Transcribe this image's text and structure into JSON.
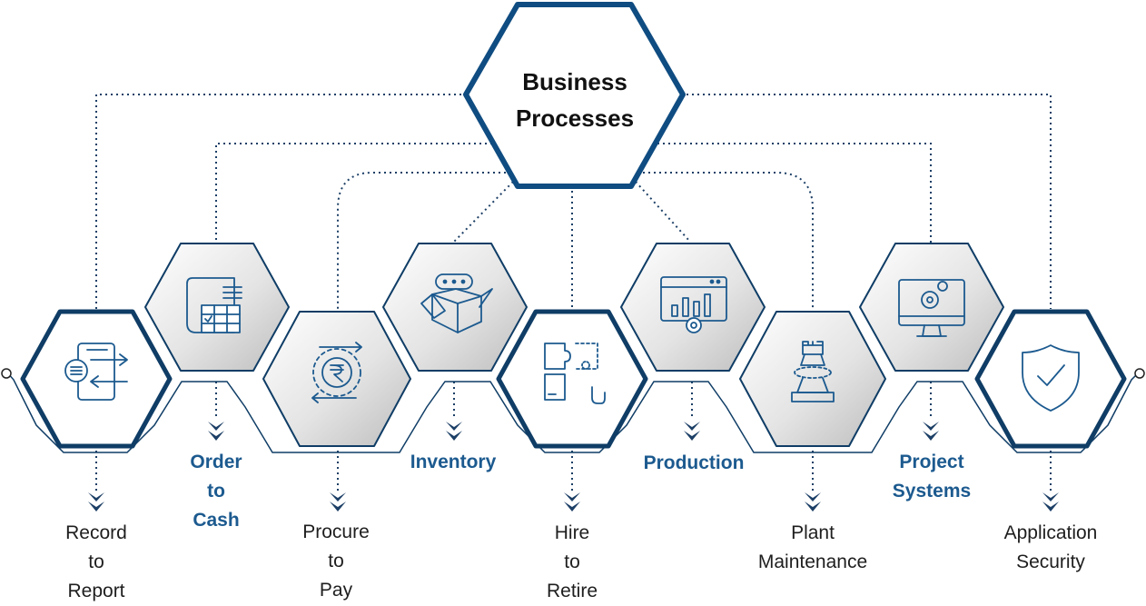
{
  "center": {
    "line1": "Business",
    "line2": "Processes"
  },
  "colors": {
    "accent": "#0f4c81",
    "label_dark": "#1e1e1e",
    "label_blue": "#1c5a8f",
    "hex_fill_light": "#ffffff",
    "hex_fill_dark": "#c9c9c9"
  },
  "processes": [
    {
      "lines": [
        "Record",
        "to",
        "Report"
      ],
      "icon": "document-transfer-icon",
      "color": "dark"
    },
    {
      "lines": [
        "Order",
        "to",
        "Cash"
      ],
      "icon": "invoice-icon",
      "color": "blue"
    },
    {
      "lines": [
        "Procure",
        "to",
        "Pay"
      ],
      "icon": "rupee-cycle-icon",
      "color": "dark"
    },
    {
      "lines": [
        "Inventory"
      ],
      "icon": "open-box-icon",
      "color": "blue"
    },
    {
      "lines": [
        "Hire",
        "to",
        "Retire"
      ],
      "icon": "puzzle-icon",
      "color": "dark"
    },
    {
      "lines": [
        "Production"
      ],
      "icon": "dashboard-gear-icon",
      "color": "blue"
    },
    {
      "lines": [
        "Plant",
        "Maintenance"
      ],
      "icon": "chess-rook-icon",
      "color": "dark"
    },
    {
      "lines": [
        "Project",
        "Systems"
      ],
      "icon": "monitor-gear-icon",
      "color": "blue"
    },
    {
      "lines": [
        "Application",
        "Security"
      ],
      "icon": "shield-check-icon",
      "color": "dark"
    }
  ]
}
